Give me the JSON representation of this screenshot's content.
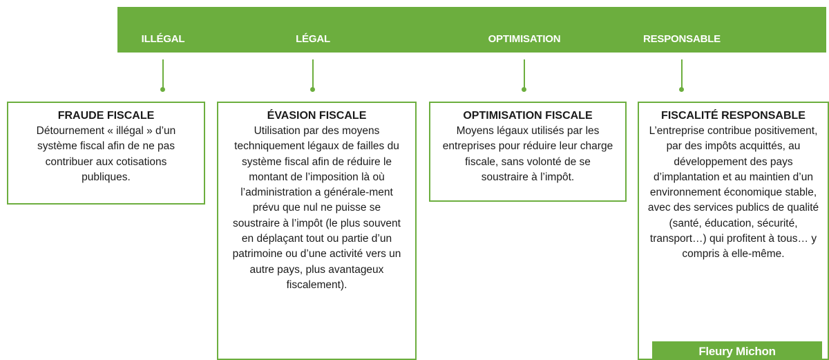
{
  "band": {
    "labels": [
      "ILLÉGAL",
      "LÉGAL",
      "OPTIMISATION",
      "RESPONSABLE"
    ]
  },
  "boxes": [
    {
      "title": "FRAUDE FISCALE",
      "body": "Détournement « illégal » d’un système fiscal afin de ne pas contribuer aux cotisations publiques."
    },
    {
      "title": "ÉVASION FISCALE",
      "body": "Utilisation par des moyens techniquement légaux de failles du système fiscal afin de réduire le montant de l’imposition là où l’administration a générale-ment prévu que nul ne puisse se soustraire à l’impôt (le plus souvent en déplaçant tout ou partie d’un patrimoine ou d’une activité vers un autre pays, plus avantageux fiscalement)."
    },
    {
      "title": "OPTIMISATION FISCALE",
      "body": "Moyens légaux utilisés par les entreprises pour réduire leur charge fiscale, sans volonté de se soustraire à l’impôt."
    },
    {
      "title": "FISCALITÉ RESPONSABLE",
      "body": "L’entreprise contribue positivement, par des impôts acquittés, au développement des pays d’implantation et au maintien d’un environnement économique stable, avec des services publics de qualité (santé, éducation, sécurité, transport…) qui profitent à tous… y compris à elle-même."
    }
  ],
  "logo": {
    "text": "Fleury Michon"
  },
  "colors": {
    "accent": "#6cae3e",
    "text": "#1a1a1a"
  }
}
